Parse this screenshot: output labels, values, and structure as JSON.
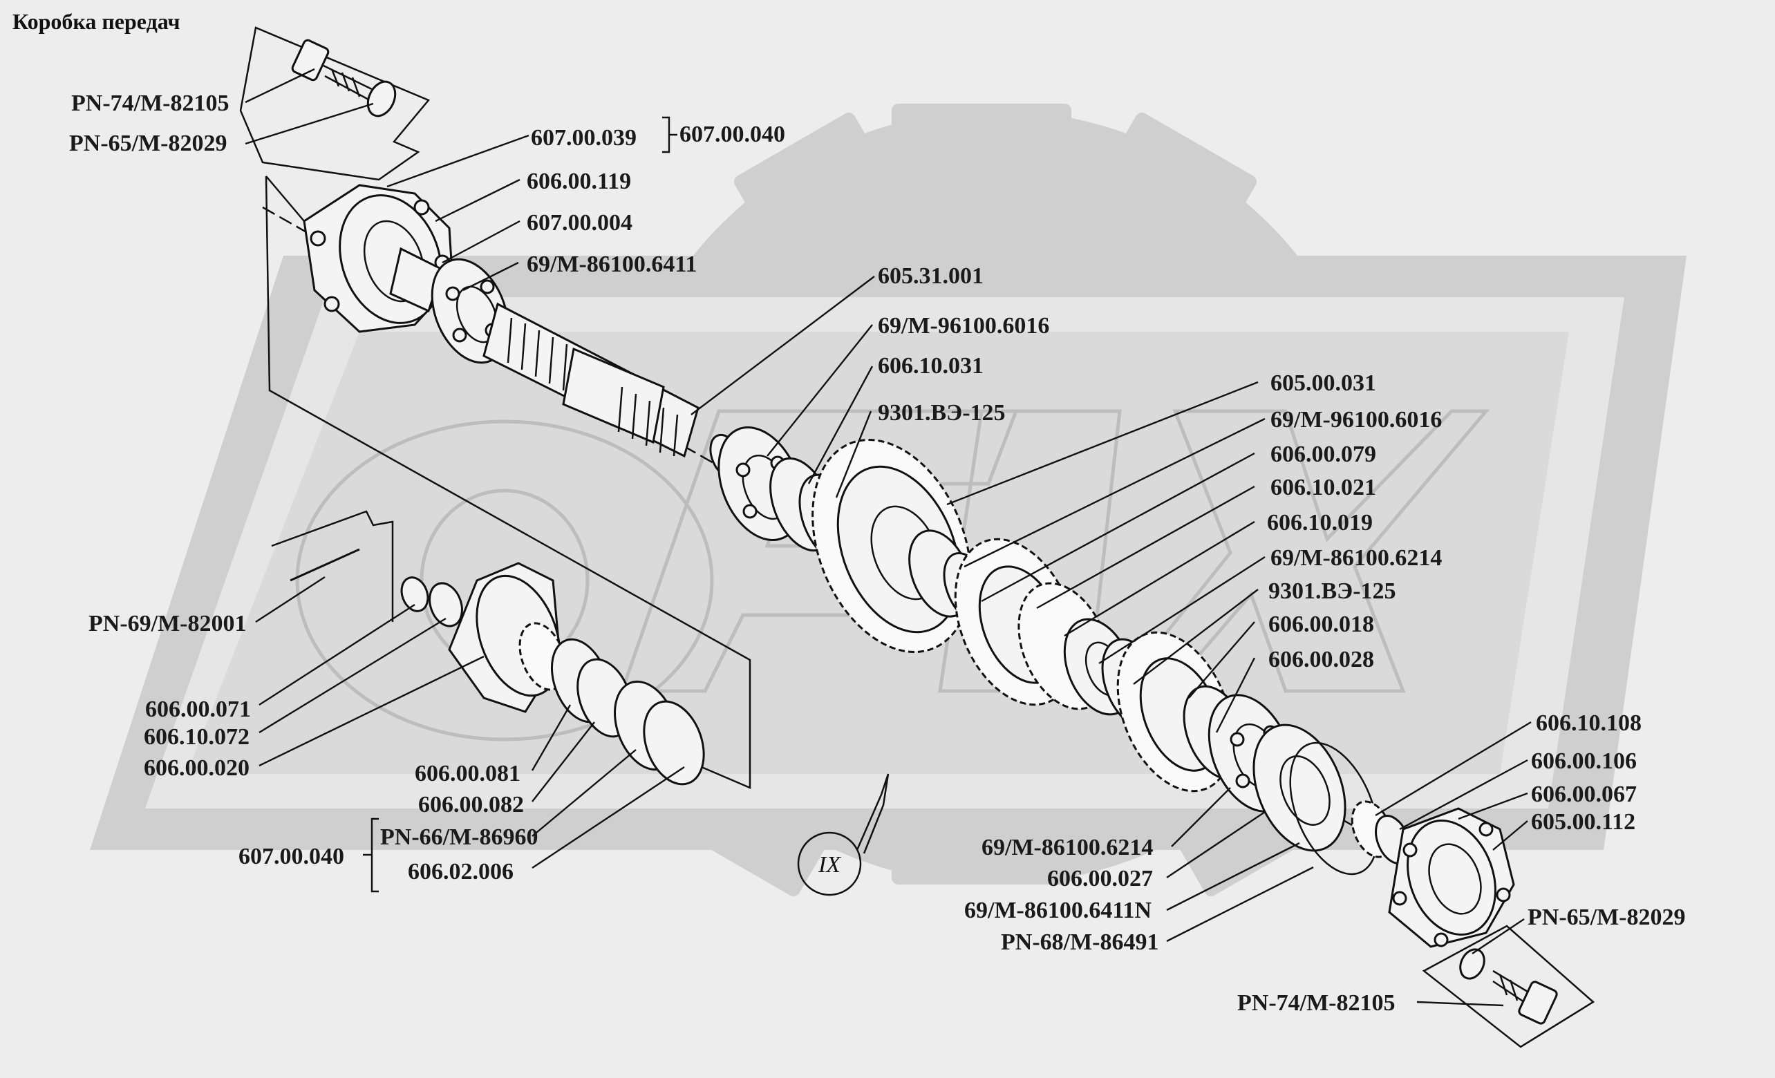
{
  "title": "Коробка передач",
  "view_marker": "IX",
  "labels": {
    "pn74_top": "PN-74/M-82105",
    "pn65_top": "PN-65/M-82029",
    "p607039": "607.00.039",
    "p607040_top": "607.00.040",
    "p606119": "606.00.119",
    "p607004": "607.00.004",
    "b6411_top": "69/M-86100.6411",
    "p60531001": "605.31.001",
    "b6016_a": "69/M-96100.6016",
    "p60610031": "606.10.031",
    "ring125_a": "9301.ВЭ-125",
    "p60500031": "605.00.031",
    "b6016_b": "69/M-96100.6016",
    "p60600079": "606.00.079",
    "p60610021": "606.10.021",
    "p60610019": "606.10.019",
    "b6214_a": "69/M-86100.6214",
    "ring125_b": "9301.ВЭ-125",
    "p60600018": "606.00.018",
    "p60600028": "606.00.028",
    "pn69": "PN-69/M-82001",
    "p60600071": "606.00.071",
    "p60610072": "606.10.072",
    "p60600020": "606.00.020",
    "p60600081": "606.00.081",
    "p60600082": "606.00.082",
    "p607040_bottom": "607.00.040",
    "pn66": "PN-66/M-86960",
    "p60602006": "606.02.006",
    "p60610108": "606.10.108",
    "p60600106": "606.00.106",
    "p60600067": "606.00.067",
    "p60500112": "605.00.112",
    "pn65_bottom": "PN-65/M-82029",
    "pn74_bottom": "PN-74/M-82105",
    "b6214_b": "69/M-86100.6214",
    "p60600027": "606.00.027",
    "b6411n": "69/M-86100.6411N",
    "pn68": "PN-68/M-86491"
  }
}
